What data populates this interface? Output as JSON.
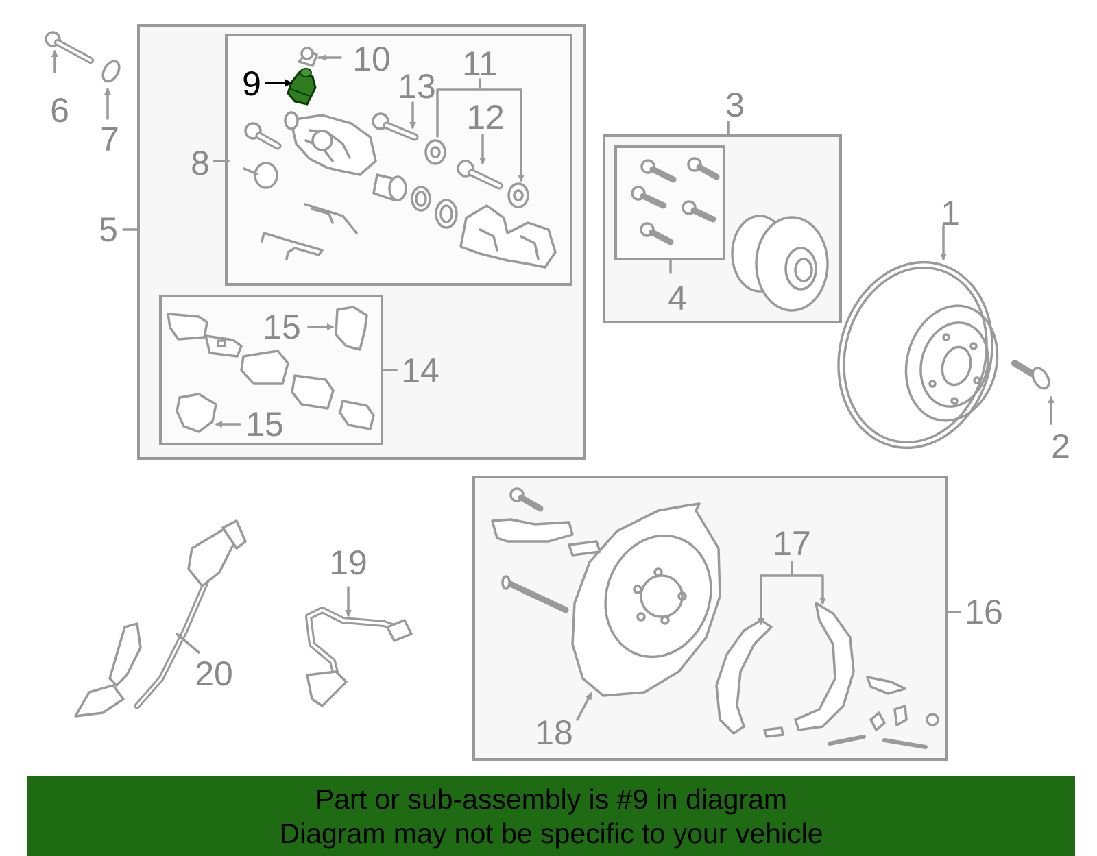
{
  "callouts": {
    "c1": "1",
    "c2": "2",
    "c3": "3",
    "c4": "4",
    "c5": "5",
    "c6": "6",
    "c7": "7",
    "c8": "8",
    "c9": "9",
    "c10": "10",
    "c11": "11",
    "c12": "12",
    "c13": "13",
    "c14": "14",
    "c15a": "15",
    "c15b": "15",
    "c16": "16",
    "c17": "17",
    "c18": "18",
    "c19": "19",
    "c20": "20"
  },
  "highlighted_part": "9",
  "colors": {
    "highlight": "#2e7d1e",
    "banner": "#1e6b14",
    "line_art": "#9a9a9a"
  },
  "banner": {
    "line1": "Part or sub-assembly is #9 in diagram",
    "line2": "Diagram may not be specific to your vehicle"
  }
}
